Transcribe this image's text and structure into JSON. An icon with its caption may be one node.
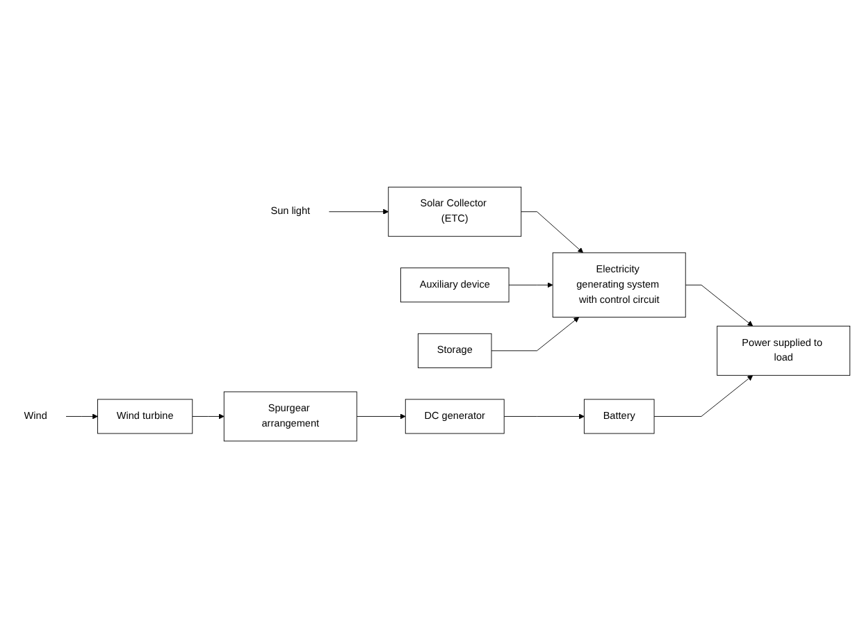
{
  "diagram": {
    "nodes": [
      {
        "text": [
          "Auxiliary device"
        ]
      },
      {
        "text": [
          "Sun light"
        ]
      },
      {
        "text": [
          "Solar Collector (ETC)"
        ]
      },
      {
        "text": [
          "Electricity generating system with control circuit"
        ]
      },
      {
        "text": [
          "Storage"
        ]
      },
      {
        "text": [
          "Power supplied to load"
        ]
      },
      {
        "text": [
          "Wind"
        ]
      },
      {
        "text": [
          "Wind turbine"
        ]
      },
      {
        "text": [
          "Spurgear arrangement"
        ]
      },
      {
        "text": [
          "DC generator"
        ]
      },
      {
        "text": [
          "Battery"
        ]
      }
    ],
    "edges": [
      {
        "from": 1,
        "to": 2,
        "arrow": "to"
      },
      {
        "from": 2,
        "to": 3,
        "arrow": "to"
      },
      {
        "from": 0,
        "to": 3,
        "arrow": "to"
      },
      {
        "from": 4,
        "to": 3,
        "arrow": "to"
      },
      {
        "from": 3,
        "to": 5,
        "arrow": "to"
      },
      {
        "from": 6,
        "to": 7,
        "arrow": "to"
      },
      {
        "from": 7,
        "to": 8,
        "arrow": "to"
      },
      {
        "from": 8,
        "to": 9,
        "arrow": "to"
      },
      {
        "from": 9,
        "to": 10,
        "arrow": "to"
      },
      {
        "from": 10,
        "to": 5,
        "arrow": "to"
      }
    ]
  }
}
